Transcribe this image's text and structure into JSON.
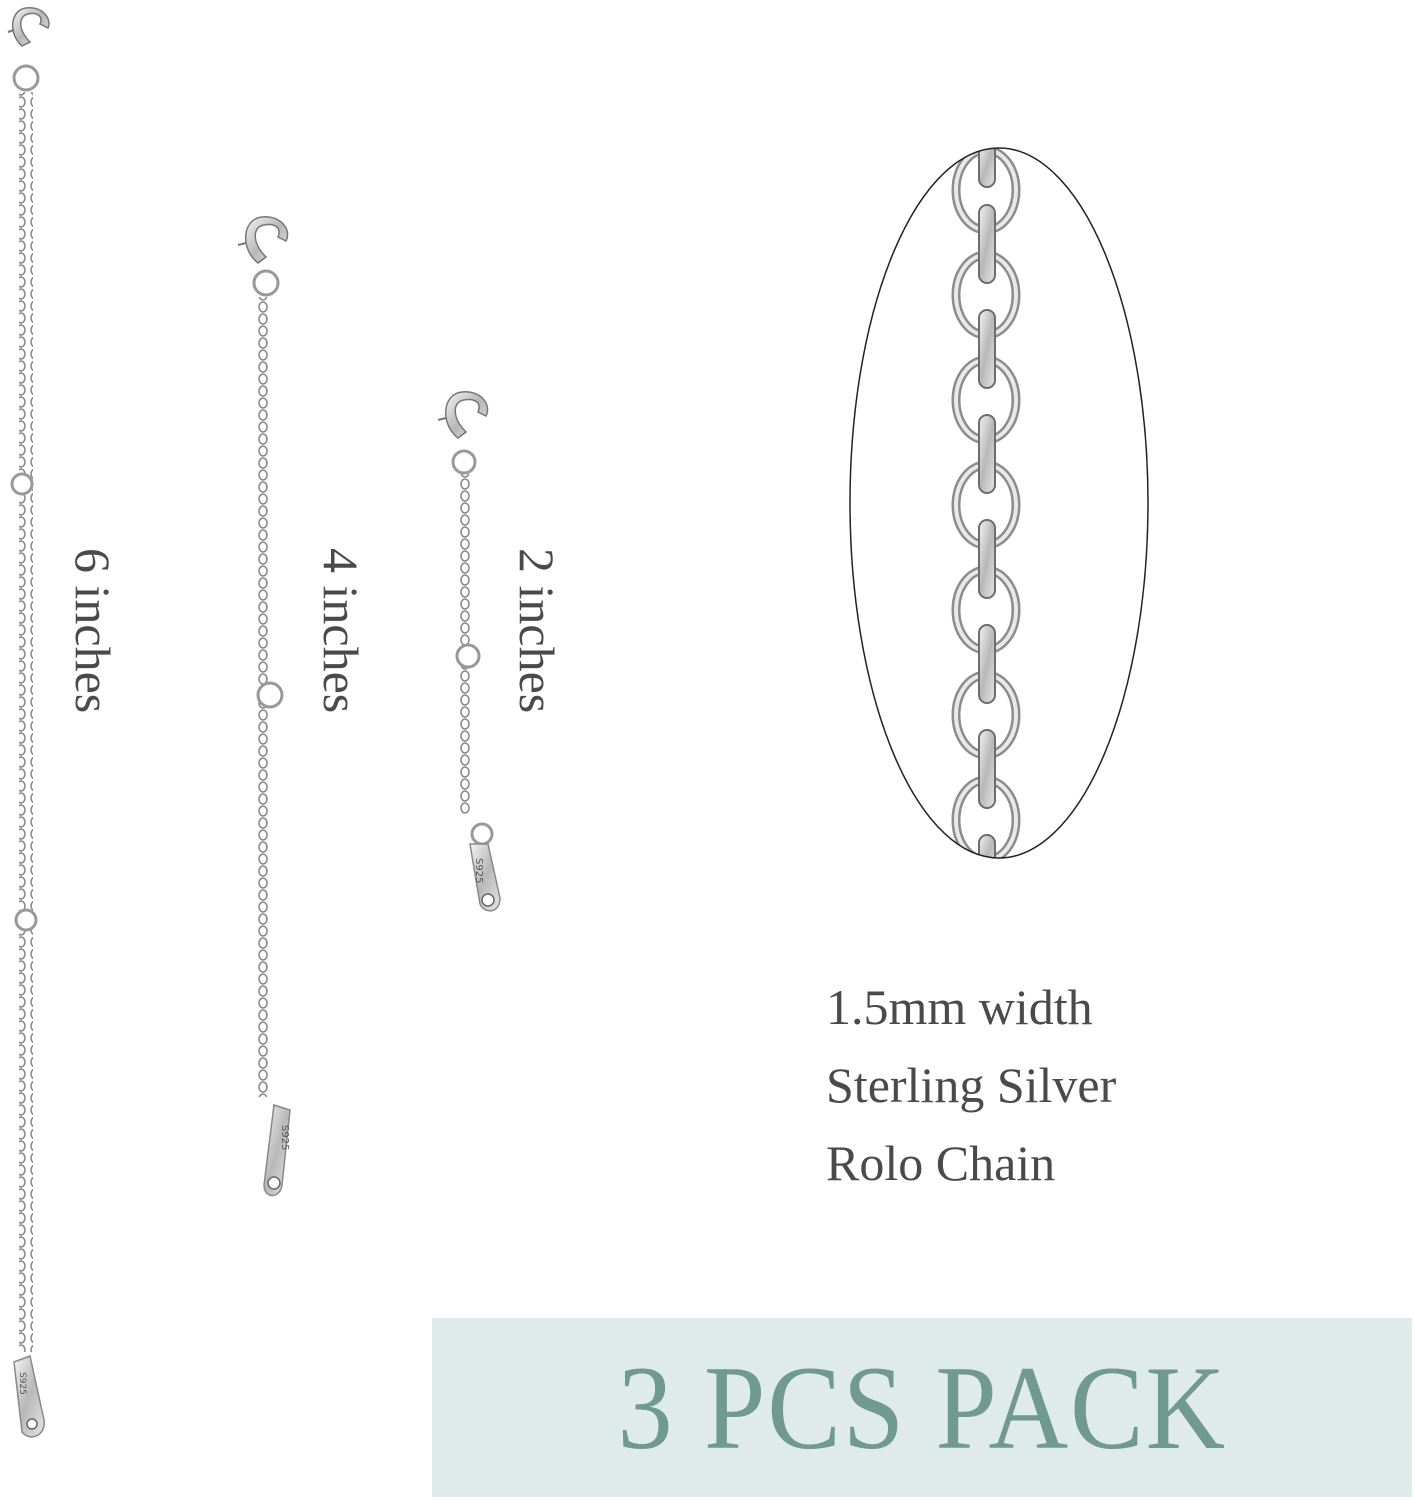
{
  "product": {
    "chains": [
      {
        "length_label": "6 inches",
        "tag_stamp": "S925"
      },
      {
        "length_label": "4 inches",
        "tag_stamp": "S925"
      },
      {
        "length_label": "2 inches",
        "tag_stamp": "S925"
      }
    ],
    "detail_callout": {
      "shape": "ellipse",
      "content": "rolo-chain-closeup"
    },
    "specs": {
      "line1": "1.5mm width",
      "line2": "Sterling Silver",
      "line3": "Rolo Chain"
    },
    "banner": {
      "text": "3 PCS PACK",
      "background": "#dfeaea",
      "text_color": "#6f9a8d"
    }
  },
  "colors": {
    "label_text": "#4a4a4a",
    "silver": "#bfbfbf",
    "silver_dark": "#7a7a7a"
  }
}
